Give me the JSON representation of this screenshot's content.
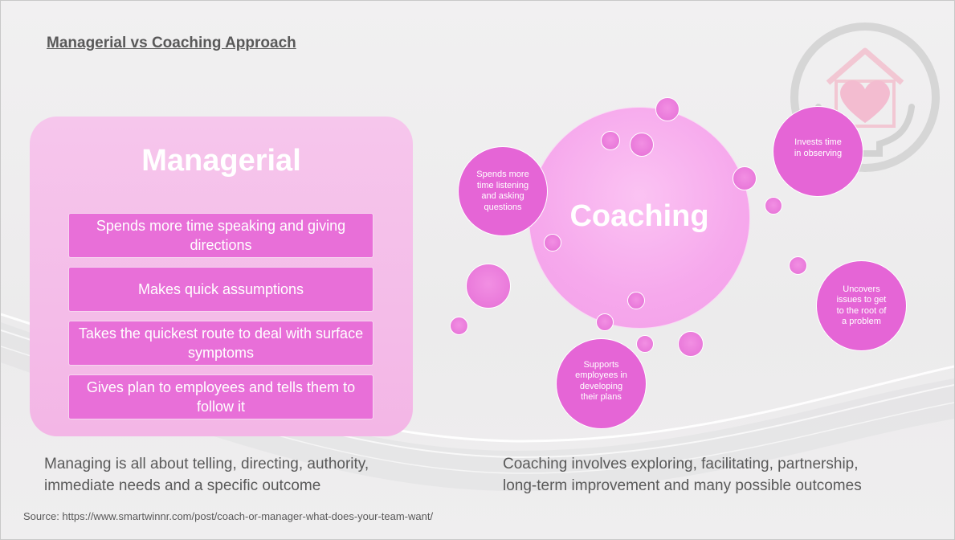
{
  "slide": {
    "title": "Managerial vs Coaching Approach",
    "source": "Source: https://www.smartwinnr.com/post/coach-or-manager-what-does-your-team-want/"
  },
  "managerial": {
    "heading": "Managerial",
    "items": [
      "Spends more time speaking and giving directions",
      "Makes quick assumptions",
      "Takes the quickest route to deal with surface symptoms",
      "Gives plan to employees and tells them to follow it"
    ],
    "caption_line1": "Managing is all about telling, directing, authority,",
    "caption_line2": "immediate needs and a specific outcome"
  },
  "coaching": {
    "heading": "Coaching",
    "bubbles": [
      {
        "line1": "Spends more",
        "line2": "time listening",
        "line3": "and asking",
        "line4": "questions"
      },
      {
        "line1": "Invests time",
        "line2": "in observing"
      },
      {
        "line1": "Uncovers",
        "line2": "issues to get",
        "line3": "to the root of",
        "line4": "a problem"
      },
      {
        "line1": "Supports",
        "line2": "employees in",
        "line3": "developing",
        "line4": "their plans"
      }
    ],
    "caption_line1": "Coaching involves exploring, facilitating, partnership,",
    "caption_line2": "long-term improvement and many possible outcomes"
  },
  "colors": {
    "accent": "#e86fd8",
    "panel": "#f5bfea",
    "text": "#595959"
  },
  "icons": {
    "logo": "house-heart-hands-icon"
  }
}
